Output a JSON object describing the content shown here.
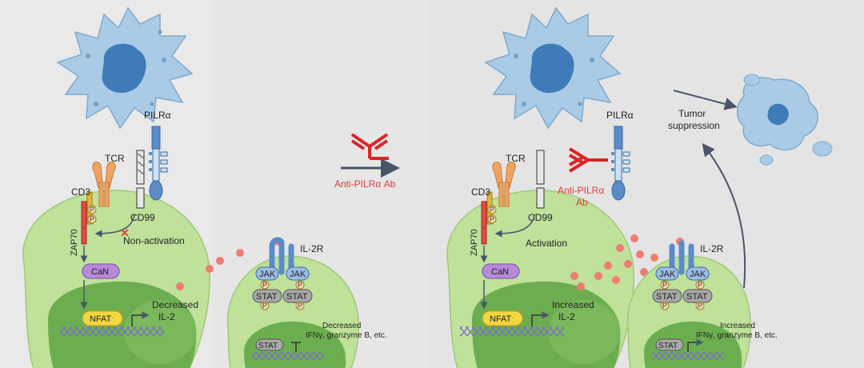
{
  "colors": {
    "background": "#e6e6e6",
    "cell_outer": "#bfe19a",
    "cell_inner": "#6cae4f",
    "dc_body": "#a9cbe6",
    "dc_nucleus": "#3f7bb8",
    "antibody": "#d9252a",
    "droplet": "#f07b73",
    "arrow": "#4a5568"
  },
  "left": {
    "pilra": "PILRα",
    "tcr": "TCR",
    "cd3": "CD3",
    "zap70": "ZAP70",
    "cd99": "CD99",
    "status": "Non-activation",
    "can": "CaN",
    "nfat": "NFAT",
    "il2_change": "Decreased",
    "il2": "IL-2",
    "il2r": "IL-2R",
    "jak": "JAK",
    "stat": "STAT",
    "p": "P",
    "effector_change": "Decreased",
    "effector_list": "IFNγ, granzyme B, etc."
  },
  "middle": {
    "treatment": "Anti-PILRα Ab"
  },
  "right": {
    "pilra": "PILRα",
    "tcr": "TCR",
    "cd3": "CD3",
    "zap70": "ZAP70",
    "cd99": "CD99",
    "antibody_line1": "Anti-PILRα",
    "antibody_line2": "Ab",
    "status": "Activation",
    "can": "CaN",
    "nfat": "NFAT",
    "il2_change": "Increased",
    "il2": "IL-2",
    "il2r": "IL-2R",
    "jak": "JAK",
    "stat": "STAT",
    "p": "P",
    "effector_change": "Increased",
    "effector_list": "IFNγ, granzyme B, etc.",
    "tumor_line1": "Tumor",
    "tumor_line2": "suppression"
  }
}
